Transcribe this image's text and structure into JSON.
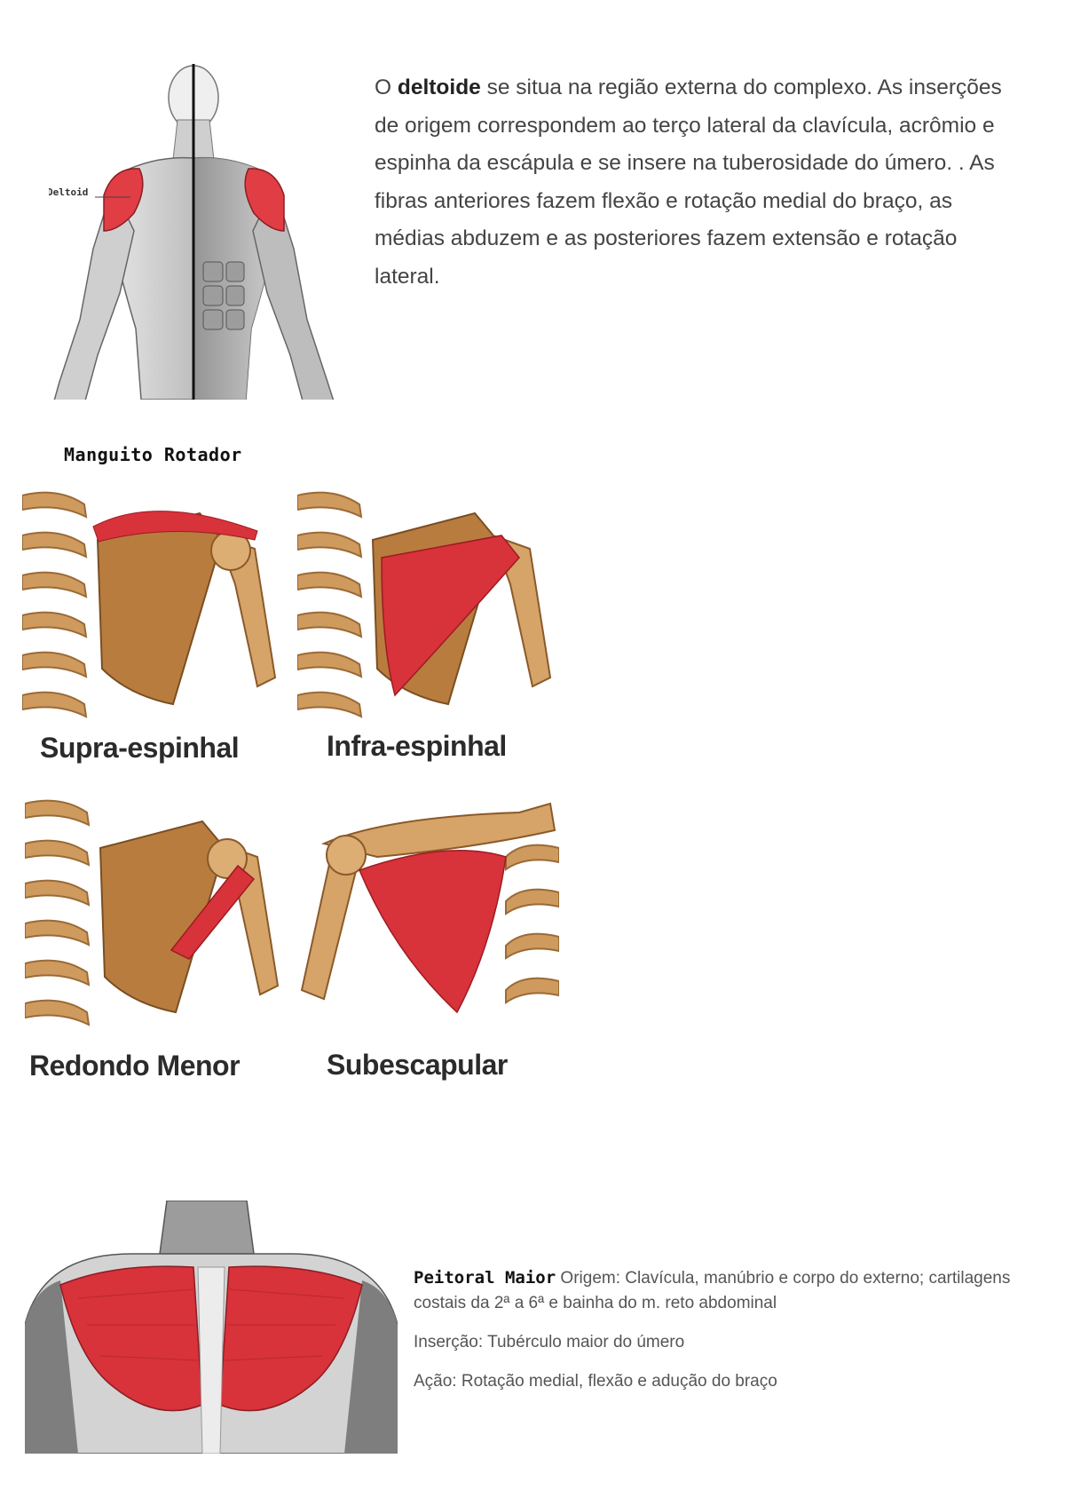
{
  "deltoid_section": {
    "figure_label": "Deltoid",
    "paragraph_prefix": "O ",
    "paragraph_bold": "deltoide",
    "paragraph_rest": " se situa na região externa do complexo. As inserções de origem correspondem ao terço lateral da clavícula, acrômio e espinha da escápula e se insere na tuberosidade do úmero. . As fibras anteriores fazem flexão e rotação medial do braço, as médias abduzem e as posteriores fazem extensão e rotação lateral."
  },
  "rotator_cuff": {
    "heading": "Manguito Rotador",
    "panels": [
      "Supra-espinhal",
      "Infra-espinhal",
      "Redondo Menor",
      "Subescapular"
    ]
  },
  "pectoral_section": {
    "title": "Peitoral Maior",
    "origin": " Origem: Clavícula, manúbrio e corpo do externo; cartilagens costais da 2ª a 6ª e bainha do m. reto abdominal",
    "insertion": "Inserção: Tubérculo maior do úmero",
    "action": "Ação: Rotação medial, flexão e adução do braço"
  },
  "colors": {
    "muscle_red": "#d8323a",
    "bone_tan": "#c98f4e",
    "rib_tan": "#c9925a"
  }
}
